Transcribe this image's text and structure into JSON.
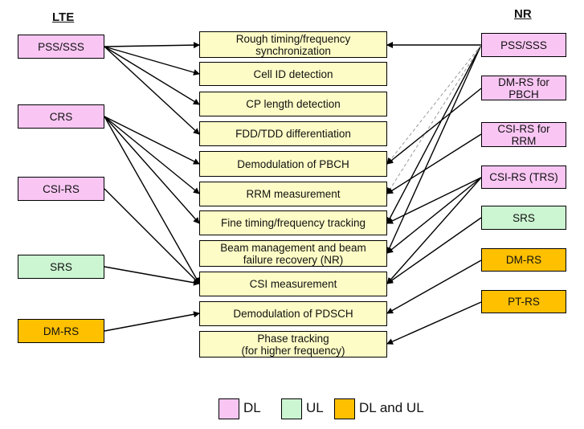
{
  "headers": {
    "lte": "LTE",
    "nr": "NR"
  },
  "lte": [
    {
      "id": "lte_pss",
      "label": "PSS/SSS",
      "type": "dl"
    },
    {
      "id": "lte_crs",
      "label": "CRS",
      "type": "dl"
    },
    {
      "id": "lte_csirs",
      "label": "CSI-RS",
      "type": "dl"
    },
    {
      "id": "lte_srs",
      "label": "SRS",
      "type": "ul"
    },
    {
      "id": "lte_dmrs",
      "label": "DM-RS",
      "type": "dlul"
    }
  ],
  "functions": [
    {
      "id": "f_sync",
      "label": "Rough timing/frequency\nsynchronization"
    },
    {
      "id": "f_cellid",
      "label": "Cell ID detection"
    },
    {
      "id": "f_cp",
      "label": "CP length detection"
    },
    {
      "id": "f_fdd",
      "label": "FDD/TDD differentiation"
    },
    {
      "id": "f_pbch",
      "label": "Demodulation of PBCH"
    },
    {
      "id": "f_rrm",
      "label": "RRM measurement"
    },
    {
      "id": "f_fine",
      "label": "Fine timing/frequency tracking"
    },
    {
      "id": "f_beam",
      "label": "Beam management and beam\nfailure recovery (NR)"
    },
    {
      "id": "f_csi",
      "label": "CSI measurement"
    },
    {
      "id": "f_pdsch",
      "label": "Demodulation of PDSCH"
    },
    {
      "id": "f_phase",
      "label": "Phase tracking\n(for higher frequency)"
    }
  ],
  "nr": [
    {
      "id": "nr_pss",
      "label": "PSS/SSS",
      "type": "dl"
    },
    {
      "id": "nr_dmrs_pbch",
      "label": "DM-RS for\nPBCH",
      "type": "dl"
    },
    {
      "id": "nr_csirs_rrm",
      "label": "CSI-RS for\nRRM",
      "type": "dl"
    },
    {
      "id": "nr_csirs_trs",
      "label": "CSI-RS (TRS)",
      "type": "dl"
    },
    {
      "id": "nr_srs",
      "label": "SRS",
      "type": "ul"
    },
    {
      "id": "nr_dmrs",
      "label": "DM-RS",
      "type": "dlul"
    },
    {
      "id": "nr_ptrs",
      "label": "PT-RS",
      "type": "dlul"
    }
  ],
  "lte_links": [
    [
      "lte_pss",
      "f_sync"
    ],
    [
      "lte_pss",
      "f_cellid"
    ],
    [
      "lte_pss",
      "f_cp"
    ],
    [
      "lte_pss",
      "f_fdd"
    ],
    [
      "lte_crs",
      "f_pbch"
    ],
    [
      "lte_crs",
      "f_rrm"
    ],
    [
      "lte_crs",
      "f_fine"
    ],
    [
      "lte_crs",
      "f_csi"
    ],
    [
      "lte_csirs",
      "f_csi"
    ],
    [
      "lte_srs",
      "f_csi"
    ],
    [
      "lte_dmrs",
      "f_pdsch"
    ]
  ],
  "nr_links": [
    {
      "from": "nr_pss",
      "to": "f_sync",
      "style": "solid"
    },
    {
      "from": "nr_pss",
      "to": "f_fine",
      "style": "solid"
    },
    {
      "from": "nr_pss",
      "to": "f_beam",
      "style": "solid"
    },
    {
      "from": "nr_pss",
      "to": "f_pbch",
      "style": "dashed"
    },
    {
      "from": "nr_pss",
      "to": "f_rrm",
      "style": "dashed"
    },
    {
      "from": "nr_dmrs_pbch",
      "to": "f_pbch",
      "style": "solid"
    },
    {
      "from": "nr_csirs_rrm",
      "to": "f_rrm",
      "style": "solid"
    },
    {
      "from": "nr_csirs_trs",
      "to": "f_fine",
      "style": "solid"
    },
    {
      "from": "nr_csirs_trs",
      "to": "f_beam",
      "style": "solid"
    },
    {
      "from": "nr_csirs_trs",
      "to": "f_csi",
      "style": "solid"
    },
    {
      "from": "nr_srs",
      "to": "f_csi",
      "style": "solid"
    },
    {
      "from": "nr_dmrs",
      "to": "f_pdsch",
      "style": "solid"
    },
    {
      "from": "nr_ptrs",
      "to": "f_phase",
      "style": "solid"
    }
  ],
  "legend": [
    {
      "label": "DL",
      "type": "dl"
    },
    {
      "label": "UL",
      "type": "ul"
    },
    {
      "label": "DL and UL",
      "type": "dlul"
    }
  ]
}
